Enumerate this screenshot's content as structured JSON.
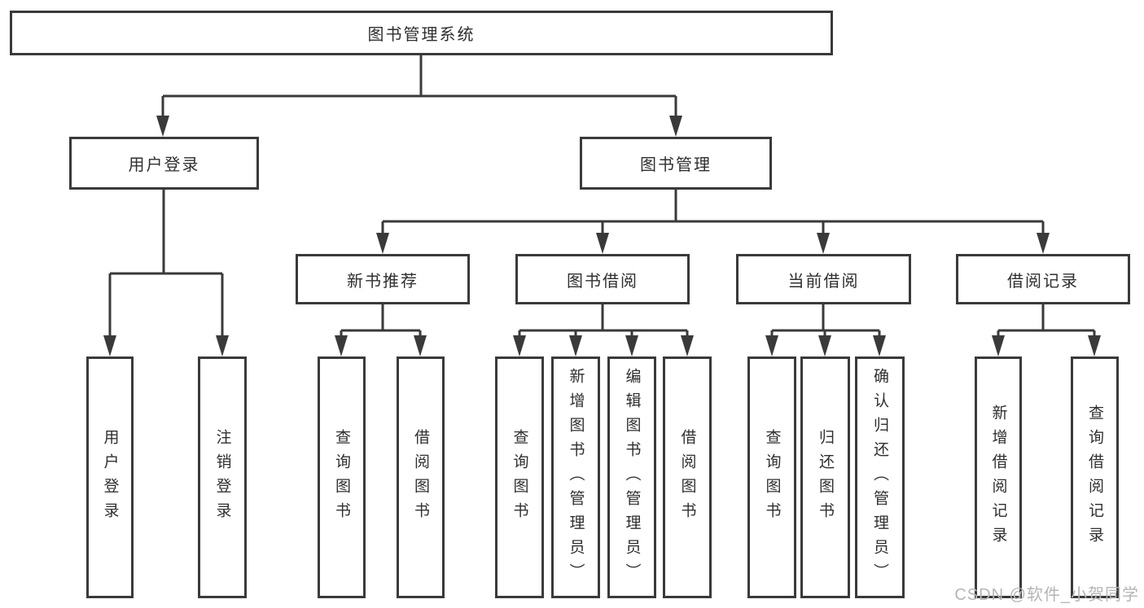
{
  "tree": {
    "label": "图书管理系统",
    "children": [
      {
        "label": "用户登录",
        "children": [
          {
            "label": "用户登录"
          },
          {
            "label": "注销登录"
          }
        ]
      },
      {
        "label": "图书管理",
        "children": [
          {
            "label": "新书推荐",
            "children": [
              {
                "label": "查询图书"
              },
              {
                "label": "借阅图书"
              }
            ]
          },
          {
            "label": "图书借阅",
            "children": [
              {
                "label": "查询图书"
              },
              {
                "label": "新增图书（管理员）"
              },
              {
                "label": "编辑图书（管理员）"
              },
              {
                "label": "借阅图书"
              }
            ]
          },
          {
            "label": "当前借阅",
            "children": [
              {
                "label": "查询图书"
              },
              {
                "label": "归还图书"
              },
              {
                "label": "确认归还（管理员）"
              }
            ]
          },
          {
            "label": "借阅记录",
            "children": [
              {
                "label": "新增借阅记录"
              },
              {
                "label": "查询借阅记录"
              }
            ]
          }
        ]
      }
    ]
  },
  "watermark": {
    "text": "CSDN @软件_小贺同学"
  },
  "colors": {
    "line": "#3a3a3a",
    "border": "#3a3a3a",
    "text": "#2f2f2f",
    "box_fill": "#ffffff",
    "background": "#ffffff",
    "watermark": "#b5b5b5"
  }
}
